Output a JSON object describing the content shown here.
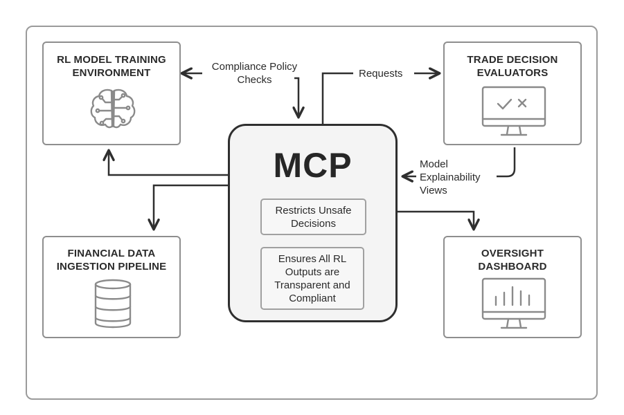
{
  "nodes": {
    "rl_training": "RL MODEL TRAINING\nENVIRONMENT",
    "trade_evaluators": "TRADE DECISION\nEVALUATORS",
    "data_pipeline": "FINANCIAL DATA\nINGESTION PIPELINE",
    "oversight": "OVERSIGHT\nDASHBOARD"
  },
  "hub": {
    "title": "MCP",
    "restricts": "Restricts Unsafe\nDecisions",
    "ensures": "Ensures All RL\nOutputs are\nTransparent and\nCompliant"
  },
  "edge_labels": {
    "compliance": "Compliance Policy\nChecks",
    "requests": "Requests",
    "explainability": "Model\nExplainability\nViews"
  },
  "icons": {
    "rl_training": "brain-circuit-icon",
    "trade_evaluators": "monitor-check-cross-icon",
    "data_pipeline": "database-icon",
    "oversight": "monitor-bar-chart-icon"
  },
  "colors": {
    "line": "#2f2f2f",
    "border": "#8e8e8e",
    "icon": "#8a8a8a",
    "dashed": "#a0a0a0"
  }
}
